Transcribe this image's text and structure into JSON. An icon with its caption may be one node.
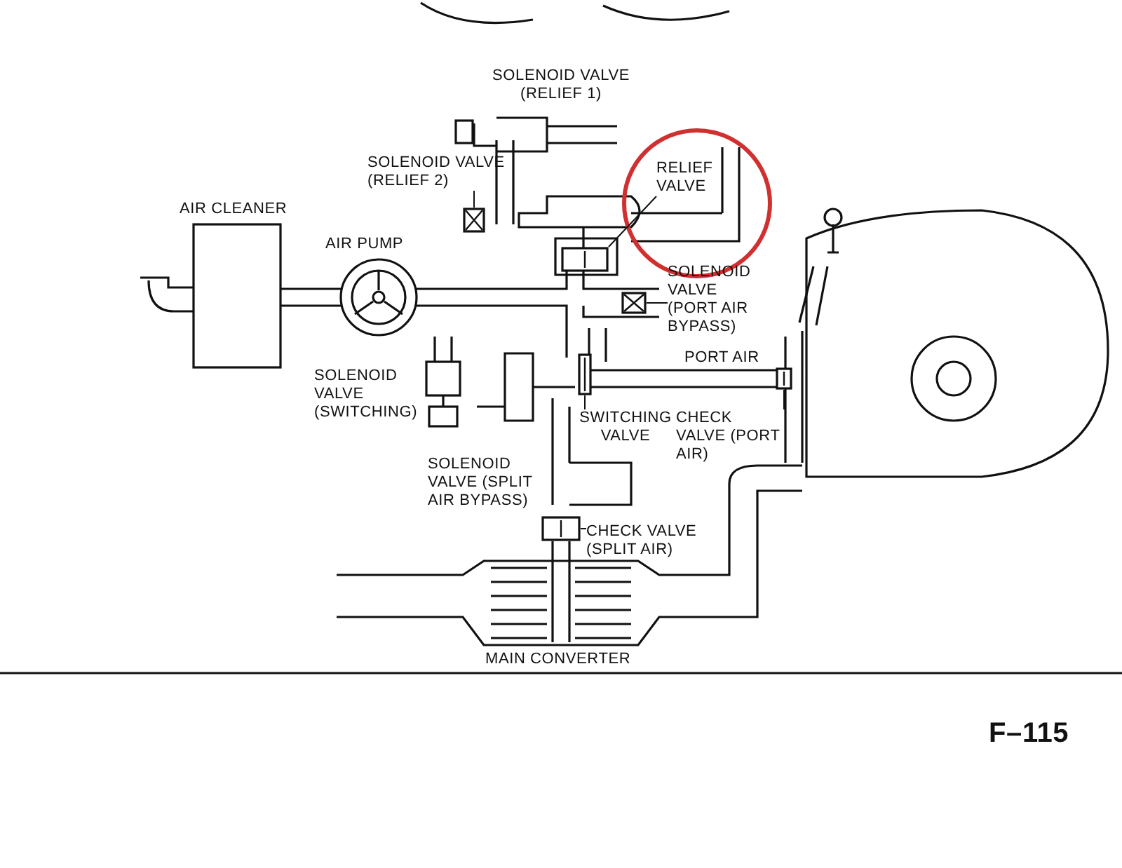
{
  "diagram": {
    "nodes": [
      {
        "text": [
          "SOLENOID VALVE (RELIEF 2)"
        ]
      },
      {
        "text": [],
        "shape": "box"
      },
      {
        "text": [
          "RELIEF VALVE"
        ]
      },
      {
        "text": [],
        "shape": "box"
      },
      {
        "text": [
          "SOLENOID VALVE (PORT AIR BYPASS)"
        ]
      },
      {
        "text": [],
        "shape": "box"
      },
      {
        "text": [
          "SWITCHING VALVE"
        ]
      },
      {
        "text": [],
        "shape": "box"
      },
      {
        "text": [
          "CHECK VALVE (PORT AIR)"
        ]
      },
      {
        "text": [],
        "shape": "box"
      },
      {
        "text": [
          "CHECK VALVE (SPLIT AIR)"
        ]
      },
      {
        "text": [],
        "shape": "box"
      }
    ],
    "edges": [
      {
        "from": 0,
        "to": 1,
        "arrow": "none"
      },
      {
        "from": 2,
        "to": 3,
        "arrow": "none"
      },
      {
        "from": 4,
        "to": 5,
        "arrow": "none"
      },
      {
        "from": 6,
        "to": 7,
        "arrow": "none"
      },
      {
        "from": 8,
        "to": 9,
        "arrow": "none"
      },
      {
        "from": 10,
        "to": 11,
        "arrow": "none"
      }
    ],
    "labels": [
      "SOLENOID VALVE (RELIEF 1)",
      "AIR CLEANER",
      "AIR PUMP",
      "SOLENOID VALVE (SWITCHING)",
      "PORT AIR",
      "SOLENOID VALVE (SPLIT AIR BYPASS)",
      "MAIN CONVERTER",
      "F–115"
    ]
  }
}
